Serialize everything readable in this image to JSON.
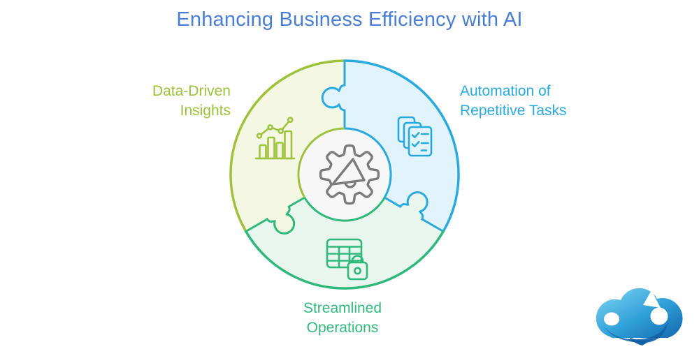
{
  "title": {
    "text": "Enhancing Business Efficiency with AI",
    "color": "#4a7ed4"
  },
  "diagram": {
    "segments": [
      {
        "name": "data-driven-insights",
        "label": "Data-Driven Insights",
        "line1": "Data-Driven",
        "line2": "Insights",
        "accent": "#9fc23c",
        "fill": "#f4f8e3",
        "icon": "bar-chart-icon"
      },
      {
        "name": "automation-of-repetitive-tasks",
        "label": "Automation of Repetitive Tasks",
        "line1": "Automation of",
        "line2": "Repetitive Tasks",
        "accent": "#29a9de",
        "fill": "#e1f3fb",
        "icon": "documents-checklist-icon"
      },
      {
        "name": "streamlined-operations",
        "label": "Streamlined Operations",
        "line1": "Streamlined",
        "line2": "Operations",
        "accent": "#2fb87b",
        "fill": "#e8f6ee",
        "icon": "table-lock-icon"
      }
    ],
    "center": {
      "icon": "gear-megaphone-icon",
      "circle_fill": "#f7f7f8",
      "icon_color": "#7b7b7d"
    }
  },
  "logo": {
    "name": "cloud-swirl-logo",
    "gradient": [
      "#82d7f3",
      "#2f9fd8",
      "#1467ab"
    ],
    "shade": "#1161a6"
  }
}
